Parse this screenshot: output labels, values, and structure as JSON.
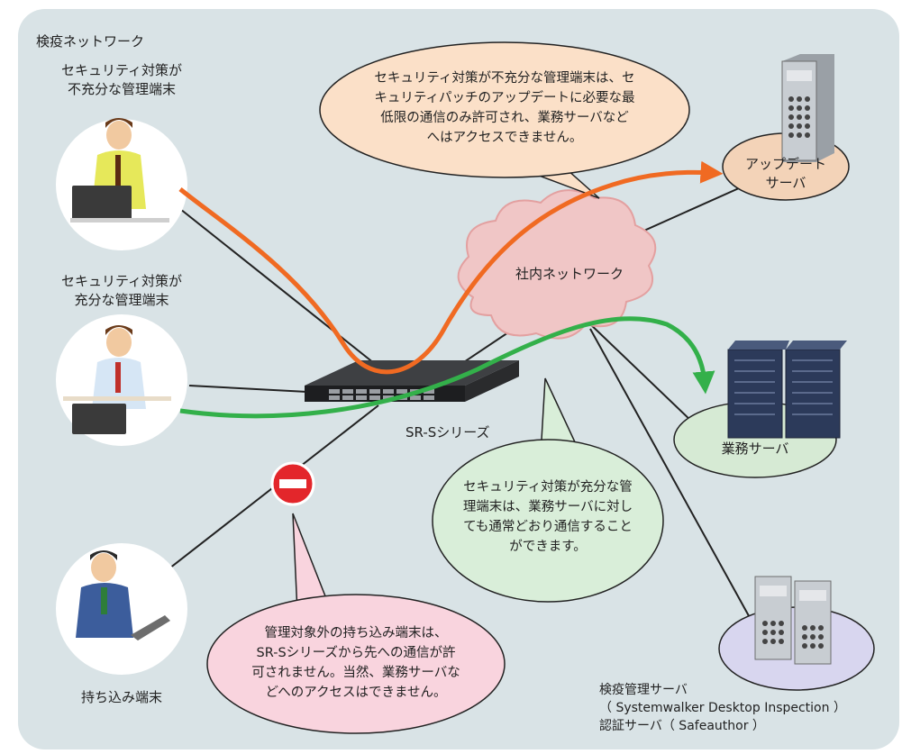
{
  "colors": {
    "panel": "#d9e3e6",
    "accent_orange": "#f06a22",
    "accent_green": "#33b04a",
    "bubble_peach": "#fbe0c8",
    "bubble_green": "#d9eed9",
    "bubble_pink": "#f9d4de",
    "cloud": "#f0c6c6",
    "stop_red": "#e3262b"
  },
  "title": "検疫ネットワーク",
  "terminals": {
    "insufficient": "セキュリティ対策が\n不充分な管理端末",
    "sufficient": "セキュリティ対策が\n充分な管理端末",
    "brought_in": "持ち込み端末"
  },
  "network": {
    "cloud_label": "社内ネットワーク",
    "switch_label": "SR-Sシリーズ"
  },
  "servers": {
    "update": "アップデート\nサーバ",
    "business": "業務サーバ",
    "quarantine": "検疫管理サーバ\n（ Systemwalker Desktop Inspection ）\n認証サーバ（ Safeauthor ）"
  },
  "callouts": {
    "insufficient": "セキュリティ対策が不充分な管理端末は、セ\nキュリティパッチのアップデートに必要な最\n低限の通信のみ許可され、業務サーバなど\nへはアクセスできません。",
    "sufficient": "セキュリティ対策が充分な管\n理端末は、業務サーバに対し\nても通常どおり通信すること\nができます。",
    "brought_in": "管理対象外の持ち込み端末は、\nSR-Sシリーズから先への通信が許\n可されません。当然、業務サーバな\nどへのアクセスはできません。"
  },
  "icons": {
    "person": "person-at-laptop-icon",
    "server": "tower-server-icon",
    "rack": "rack-server-icon",
    "switch": "network-switch-icon",
    "stop": "no-entry-icon"
  }
}
